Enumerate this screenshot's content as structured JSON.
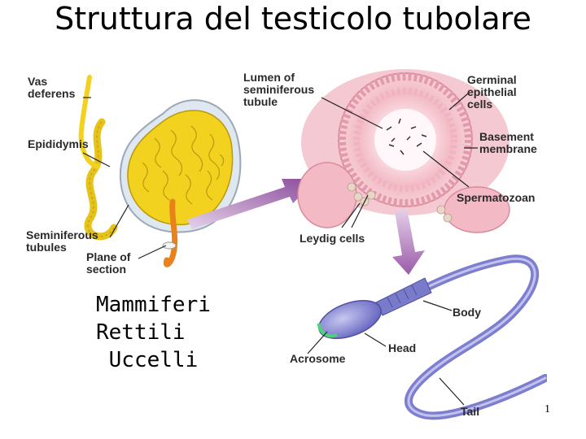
{
  "title": "Struttura del testicolo tubolare",
  "labels": {
    "vas_deferens": "Vas\ndeferens",
    "epididymis": "Epididymis",
    "seminiferous_tubules": "Seminiferous\ntubules",
    "plane_of_section": "Plane of\nsection",
    "lumen": "Lumen of\nseminiferous\ntubule",
    "germinal_epithelial": "Germinal\nepithelial\ncells",
    "basement_membrane": "Basement\nmembrane",
    "spermatozoan": "Spermatozoan",
    "leydig_cells": "Leydig cells",
    "body": "Body",
    "head": "Head",
    "acrosome": "Acrosome",
    "tail": "Tail"
  },
  "animal_classes": [
    "Mammiferi",
    "Rettili",
    " Uccelli"
  ],
  "page_number": "1",
  "colors": {
    "tubule_yellow": "#f2d21e",
    "tissue_pink": "#f3b9c4",
    "arrow_purple": "#9b5aa8",
    "sperm_blue": "#8f8fd8"
  }
}
